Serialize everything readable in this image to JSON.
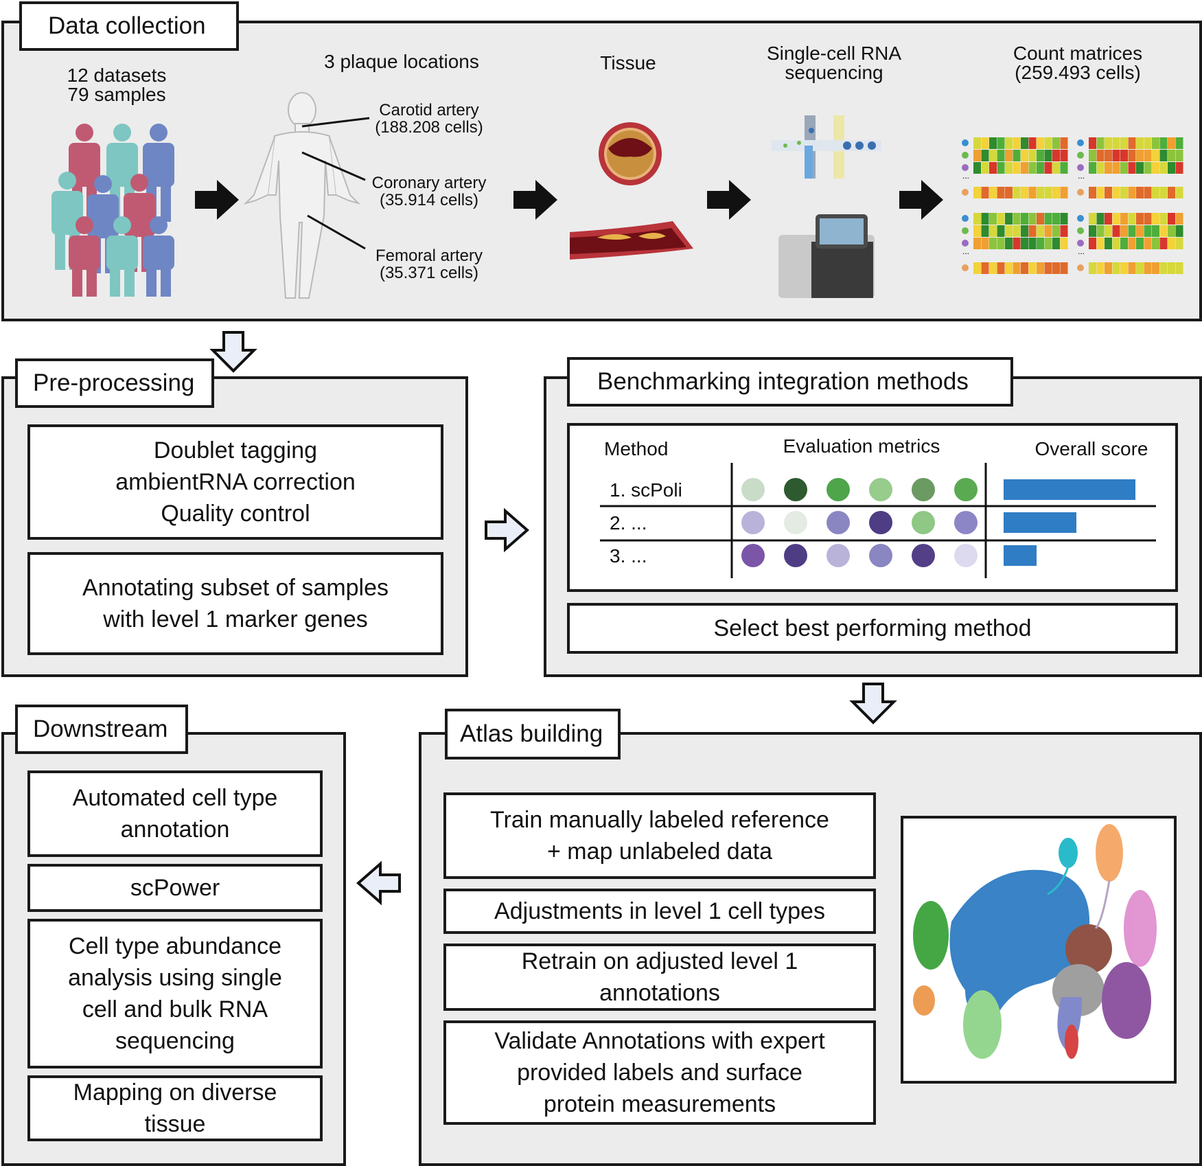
{
  "data_collection": {
    "title": "Data collection",
    "datasets": "12 datasets\n79 samples",
    "plaque_locations": "3 plaque locations",
    "carotid": "Carotid artery\n(188.208 cells)",
    "coronary": "Coronary artery\n(35.914 cells)",
    "femoral": "Femoral artery\n(35.371 cells)",
    "tissue": "Tissue",
    "sequencing": "Single-cell RNA\nsequencing",
    "count_matrices": "Count matrices\n(259.493 cells)"
  },
  "preprocessing": {
    "title": "Pre-processing",
    "box1": "Doublet tagging\nambientRNA correction\nQuality control",
    "box2": "Annotating subset of samples\nwith level 1 marker genes"
  },
  "benchmarking": {
    "title": "Benchmarking integration methods",
    "col_method": "Method",
    "col_metrics": "Evaluation metrics",
    "col_score": "Overall score",
    "rows": [
      {
        "label": "1.  scPoli",
        "dots": [
          "#c9dcc8",
          "#2d5a2e",
          "#4ea54a",
          "#97cc8c",
          "#6b9a62",
          "#5aaa52"
        ],
        "score": 1.0
      },
      {
        "label": "2. ...",
        "dots": [
          "#b9b3da",
          "#e4ebe2",
          "#8a86c2",
          "#4e3d84",
          "#8ec884",
          "#8d86c6"
        ],
        "score": 0.55
      },
      {
        "label": "3. ...",
        "dots": [
          "#7b56a8",
          "#4e3d84",
          "#b9b3da",
          "#8a86c2",
          "#533f87",
          "#ddd9ee"
        ],
        "score": 0.25
      }
    ],
    "select": "Select best performing method"
  },
  "downstream": {
    "title": "Downstream",
    "box1": "Automated cell type\nannotation",
    "box2": "scPower",
    "box3": "Cell type abundance\nanalysis using single\ncell and bulk RNA\nsequencing",
    "box4": "Mapping on diverse\ntissue"
  },
  "atlas": {
    "title": "Atlas building",
    "box1": "Train manually labeled reference\n+ map unlabeled data",
    "box2": "Adjustments in level 1 cell types",
    "box3": "Retrain on adjusted level 1\nannotations",
    "box4": "Validate Annotations with expert\nprovided labels and surface\nprotein measurements"
  },
  "colors": {
    "panel_bg": "#ececec",
    "border": "#1a1a1a",
    "score_bar": "#2f7dc4",
    "arrow_fill": "#e9eef8"
  },
  "icons": [
    "people-icon",
    "human-body-icon",
    "artery-cross-section-icon",
    "artery-plaque-icon",
    "microfluidics-icon",
    "sequencer-icon",
    "heatmap-icon",
    "umap-plot-icon"
  ]
}
